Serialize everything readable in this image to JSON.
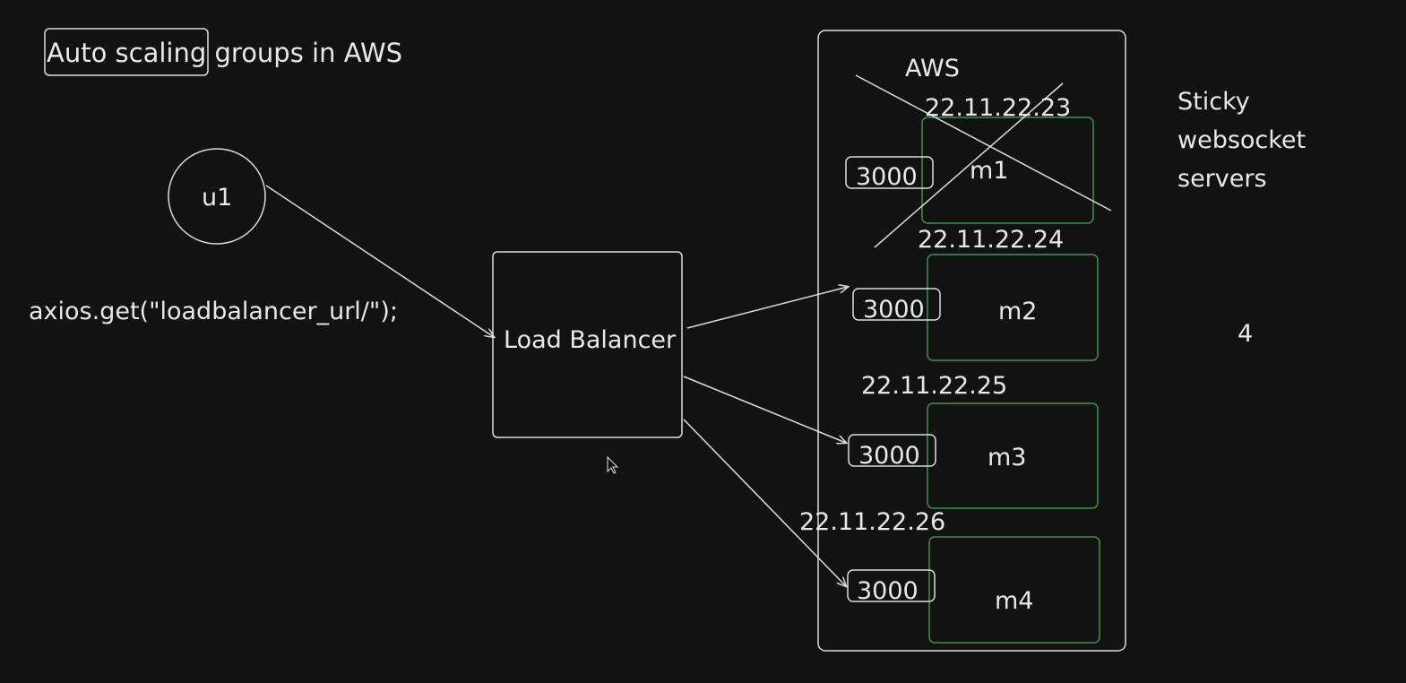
{
  "title": "Auto scaling groups in AWS",
  "user": "u1",
  "code": "axios.get(\"loadbalancer_url/\");",
  "load_balancer": "Load Balancer",
  "cloud": "AWS",
  "side_note": [
    "Sticky",
    "websocket",
    "servers"
  ],
  "count": "4",
  "servers": [
    {
      "name": "m1",
      "ip": "22.11.22.23",
      "port": "3000",
      "crossed_out": true
    },
    {
      "name": "m2",
      "ip": "22.11.22.24",
      "port": "3000",
      "crossed_out": false
    },
    {
      "name": "m3",
      "ip": "22.11.22.25",
      "port": "3000",
      "crossed_out": false
    },
    {
      "name": "m4",
      "ip": "22.11.22.26",
      "port": "3000",
      "crossed_out": false
    }
  ],
  "colors": {
    "background": "#121212",
    "stroke": "#dcdcdc",
    "server_box": "#3f8f4f",
    "text": "#e8e8e8"
  }
}
